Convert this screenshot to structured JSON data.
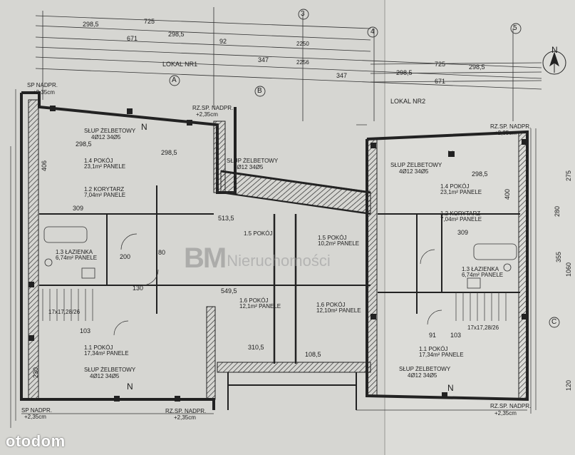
{
  "drawing": {
    "units": {
      "label": "LOKAL NR1",
      "label2": "LOKAL NR2"
    },
    "dimensions": {
      "top_a": "298,5",
      "top_b": "725",
      "top_c": "298,5",
      "top_d": "92",
      "top_e": "671",
      "top_f": "2250",
      "top_g": "347",
      "top_h": "2256",
      "right_a": "298,5",
      "right_b": "725",
      "right_c": "298,5",
      "right_d": "671",
      "right_e": "347",
      "mid_a": "298,5",
      "mid_b": "298,5",
      "mid_c": "309",
      "mid_d": "513,5",
      "mid_e": "549,5",
      "mid_f": "103",
      "mid_g": "310,5",
      "mid_h": "108,5",
      "mid_i": "130",
      "mid_j": "309",
      "mid_k": "298,5",
      "mid_l": "103",
      "mid_m": "91",
      "mid_n": "200",
      "mid_o": "80",
      "side_a": "406",
      "side_b": "400",
      "side_c": "280",
      "side_d": "230",
      "side_e": "355",
      "side_f": "1060",
      "side_g": "275",
      "side_h": "120"
    },
    "axes": [
      "3",
      "4",
      "5",
      "A",
      "B",
      "C"
    ],
    "rooms": [
      {
        "num": "1.4",
        "name": "POKÓJ",
        "area": "23,1m²",
        "finish": "PANELE"
      },
      {
        "num": "1.2",
        "name": "KORYTARZ",
        "area": "7,04m²",
        "finish": "PANELE"
      },
      {
        "num": "1.3",
        "name": "ŁAZIENKA",
        "area": "6,74m²",
        "finish": "PANELE"
      },
      {
        "num": "1.1",
        "name": "POKÓJ",
        "area": "17,34m²",
        "finish": "PANELE"
      },
      {
        "num": "1.5",
        "name": "POKÓJ",
        "area": "",
        "finish": ""
      },
      {
        "num": "1.6",
        "name": "POKÓJ",
        "area": "12,1m²",
        "finish": "PANELE"
      },
      {
        "num": "1.5",
        "name": "POKÓJ",
        "area": "10,2m²",
        "finish": "PANELE"
      },
      {
        "num": "1.6",
        "name": "POKÓJ",
        "area": "12,10m²",
        "finish": "PANELE"
      },
      {
        "num": "1.4",
        "name": "POKÓJ",
        "area": "23,1m²",
        "finish": "PANELE"
      },
      {
        "num": "1.2",
        "name": "KORYTARZ",
        "area": "7,04m²",
        "finish": "PANELE"
      },
      {
        "num": "1.3",
        "name": "ŁAZIENKA",
        "area": "6,74m²",
        "finish": "PANELE"
      },
      {
        "num": "1.1",
        "name": "POKÓJ",
        "area": "17,34m²",
        "finish": "PANELE"
      }
    ],
    "notes": {
      "column": "SŁUP ŻELBETOWY",
      "column_spec": "4Ø12 34Ø5",
      "column_spec_b": "4Ø12 34Ø5",
      "sill": "RZ.SP. NADPR.",
      "sill_height": "+2,35cm",
      "sill_b": "SP NADPR.",
      "sill_b_height": "+2,35cm",
      "north": "N",
      "stair": "17x17,28/26",
      "stair_b": "17x17,28/26"
    }
  },
  "watermark": {
    "brand_short": "BM",
    "brand_rest": "Nieruchomości"
  },
  "footer": {
    "logo": "otodom"
  },
  "colors": {
    "paper": "#d9d9d6",
    "ink": "#1e1e1e",
    "wall": "#2a2a2a",
    "watermark": "#8a8a8a",
    "logo": "#ffffff"
  }
}
